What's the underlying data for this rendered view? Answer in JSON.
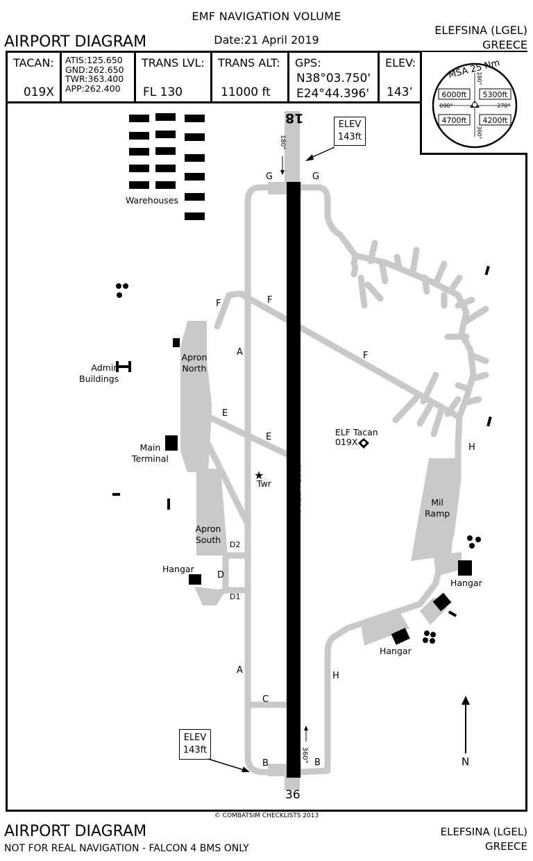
{
  "header": {
    "doc_title": "EMF NAVIGATION VOLUME",
    "diagram_title": "AIRPORT DIAGRAM",
    "date": "Date:21 April 2019",
    "airport_name": "ELEFSINA (LGEL)",
    "country": "GREECE"
  },
  "info": {
    "tacan_label": "TACAN:",
    "tacan_value": "019X",
    "atis": "ATIS:125.650",
    "gnd": "GND:262.650",
    "twr": "TWR:363.400",
    "app": "APP:262.400",
    "trans_lvl_label": "TRANS LVL:",
    "trans_lvl_value": "FL 130",
    "trans_alt_label": "TRANS ALT:",
    "trans_alt_value": "11000 ft",
    "gps_label": "GPS:",
    "gps_lat": "N38°03.750'",
    "gps_lon": "E24°44.396'",
    "elev_label": "ELEV:",
    "elev_value": "143’"
  },
  "msa": {
    "title": "MSA 25 Nm",
    "nw": "6000ft",
    "ne": "5300ft",
    "sw": "4700ft",
    "se": "4200ft",
    "b_top": "180°",
    "b_left": "090°",
    "b_right": "270°",
    "b_bottom": "360°"
  },
  "runway": {
    "north_end": "18",
    "south_end": "36",
    "dimensions": "8985 x 150 feet",
    "hdg_south": "180°",
    "hdg_north": "360°"
  },
  "labels": {
    "elev_box_line1": "ELEV",
    "elev_box_line2": "143ft",
    "warehouses": "Warehouses",
    "admin_1": "Admin",
    "admin_2": "Buildings",
    "apron_north_1": "Apron",
    "apron_north_2": "North",
    "main_terminal_1": "Main",
    "main_terminal_2": "Terminal",
    "tower": "Twr",
    "apron_south_1": "Apron",
    "apron_south_2": "South",
    "hangar": "Hangar",
    "tacan_1": "ELF Tacan",
    "tacan_2": "019X",
    "mil_ramp_1": "Mil",
    "mil_ramp_2": "Ramp",
    "north": "N"
  },
  "taxiways": {
    "A": "A",
    "B": "B",
    "C": "C",
    "D": "D",
    "D1": "D1",
    "D2": "D2",
    "E": "E",
    "F": "F",
    "G": "G",
    "H": "H"
  },
  "footer": {
    "copyright": "© COMBATSIM CHECKLISTS 2013",
    "title": "AIRPORT DIAGRAM",
    "disclaimer": "NOT FOR REAL NAVIGATION - FALCON 4 BMS ONLY",
    "airport_name": "ELEFSINA (LGEL)",
    "country": "GREECE"
  }
}
